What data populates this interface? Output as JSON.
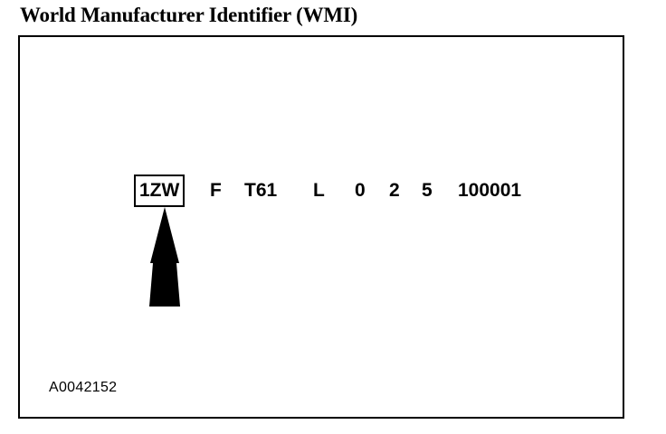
{
  "title": "World Manufacturer Identifier (WMI)",
  "vin": {
    "wmi": "1ZW",
    "segments": [
      "F",
      "T61",
      "L",
      "0",
      "2",
      "5",
      "100001"
    ]
  },
  "reference": "A0042152",
  "icons": {
    "pointer": "up-arrow-icon"
  }
}
